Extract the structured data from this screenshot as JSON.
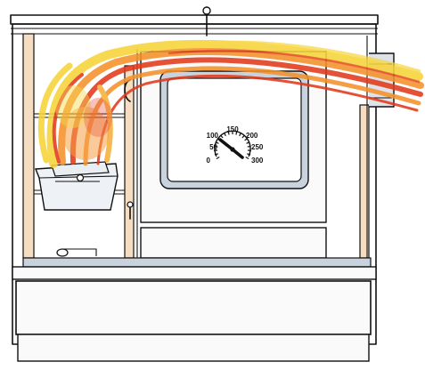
{
  "diagram": {
    "subject": "stove-cross-section",
    "colors": {
      "outline": "#111111",
      "panel_fill": "#f4f4f4",
      "column_fill": "#f6dcc0",
      "window_frame": "#c8d3dd",
      "oven_window": "#ffffff",
      "flame_red": "#e23a1c",
      "flame_orange": "#f4912a",
      "flame_yellow": "#f7d43a"
    }
  },
  "thermometer": {
    "labels": [
      "0",
      "50",
      "100",
      "150",
      "200",
      "250",
      "300"
    ]
  }
}
